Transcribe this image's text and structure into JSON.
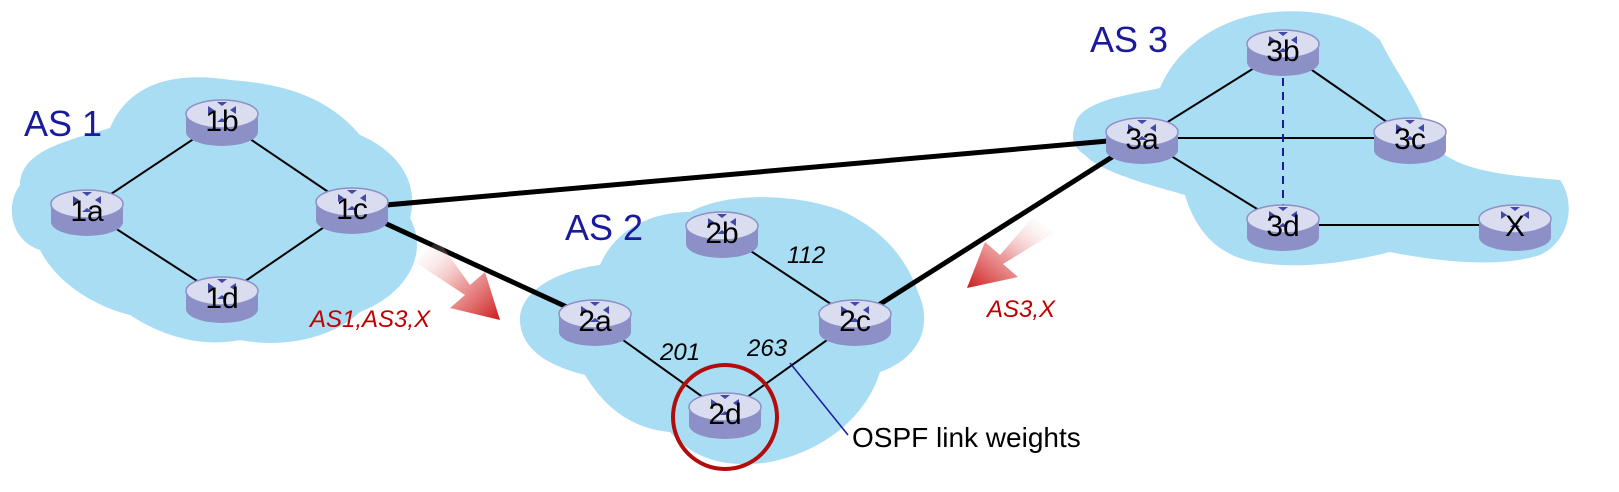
{
  "colors": {
    "cloud": "#a9ddf3",
    "router_body": "#a9acd8",
    "router_top": "#dcdcef",
    "as_label": "#1a1a9c",
    "path_label": "#c00000",
    "arrow": "#d11f1f",
    "highlight_circle": "#b10d0d",
    "callout_line": "#1a1a9c"
  },
  "autonomous_systems": [
    {
      "label": "AS 1"
    },
    {
      "label": "AS 2"
    },
    {
      "label": "AS 3"
    }
  ],
  "routers": [
    {
      "id": "1a",
      "label": "1a"
    },
    {
      "id": "1b",
      "label": "1b"
    },
    {
      "id": "1c",
      "label": "1c"
    },
    {
      "id": "1d",
      "label": "1d"
    },
    {
      "id": "2a",
      "label": "2a"
    },
    {
      "id": "2b",
      "label": "2b"
    },
    {
      "id": "2c",
      "label": "2c"
    },
    {
      "id": "2d",
      "label": "2d"
    },
    {
      "id": "3a",
      "label": "3a"
    },
    {
      "id": "3b",
      "label": "3b"
    },
    {
      "id": "3c",
      "label": "3c"
    },
    {
      "id": "3d",
      "label": "3d"
    },
    {
      "id": "X",
      "label": "X"
    }
  ],
  "links": {
    "intra_as": [
      [
        "1a",
        "1b"
      ],
      [
        "1b",
        "1c"
      ],
      [
        "1a",
        "1d"
      ],
      [
        "1d",
        "1c"
      ],
      [
        "2a",
        "2d"
      ],
      [
        "2b",
        "2c"
      ],
      [
        "2d",
        "2c"
      ],
      [
        "3a",
        "3b"
      ],
      [
        "3a",
        "3c"
      ],
      [
        "3a",
        "3d"
      ],
      [
        "3b",
        "3c"
      ],
      [
        "3d",
        "X"
      ]
    ],
    "inter_as": [
      [
        "1c",
        "3a"
      ],
      [
        "1c",
        "2a"
      ],
      [
        "2c",
        "3a"
      ]
    ],
    "dashed": [
      [
        "3b",
        "3d"
      ]
    ]
  },
  "link_weights": [
    {
      "link": "2b-2c",
      "value": "112"
    },
    {
      "link": "2a-2d",
      "value": "201"
    },
    {
      "link": "2d-2c",
      "value": "263"
    }
  ],
  "advertisements": [
    {
      "path": "AS1,AS3,X",
      "from": "AS 1",
      "to": "AS 2"
    },
    {
      "path": "AS3,X",
      "from": "AS 3",
      "to": "AS 2"
    }
  ],
  "highlighted_router": "2d",
  "callout": {
    "text": "OSPF link weights"
  }
}
